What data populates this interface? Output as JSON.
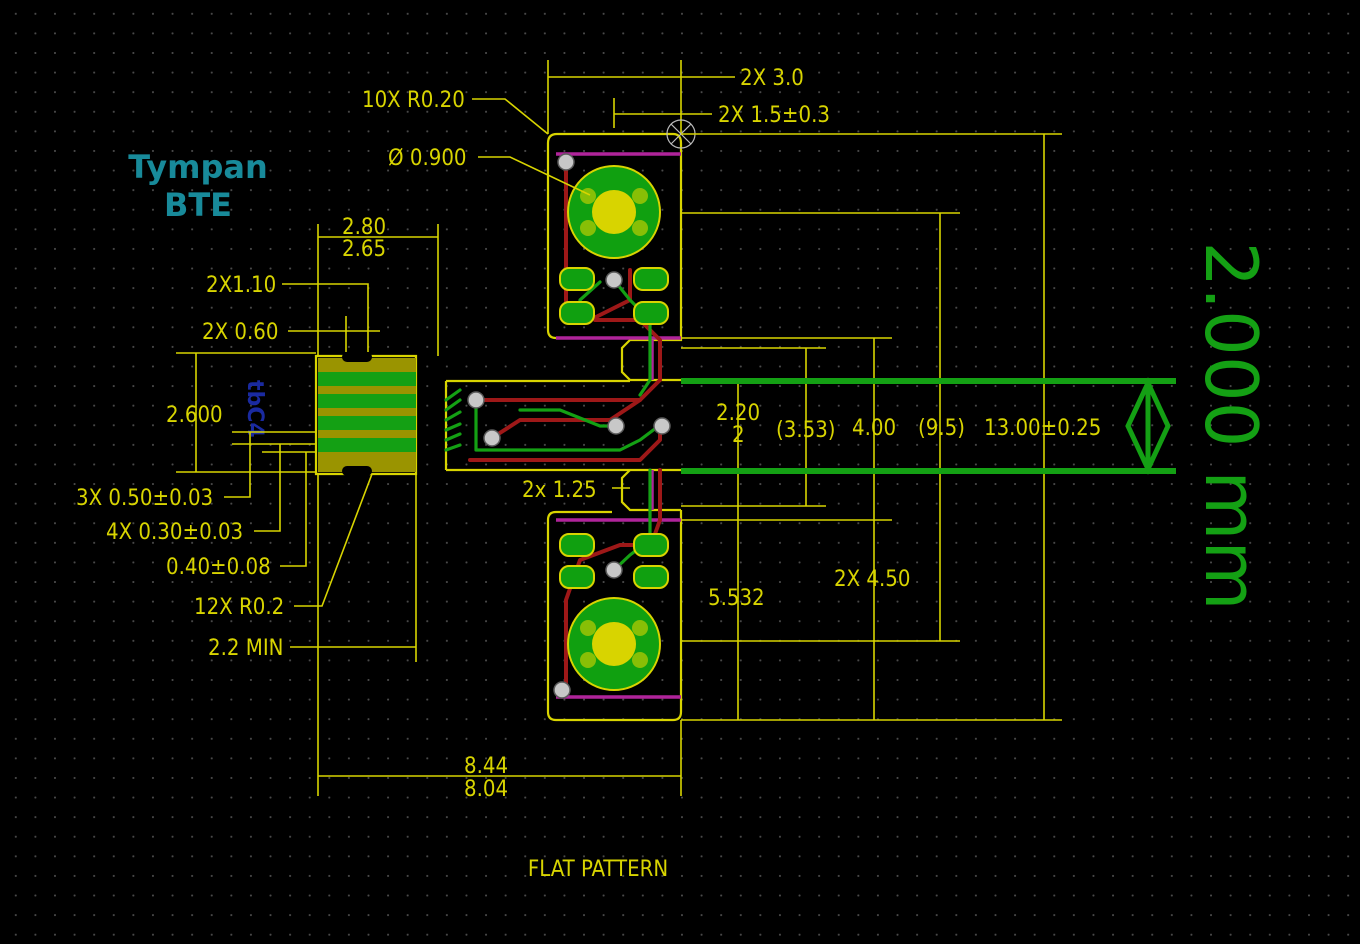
{
  "board_title": {
    "line1": "Tympan",
    "line2": "BTE"
  },
  "footer_label": "FLAT PATTERN",
  "scale_dimension": "2.000 mm",
  "ref_label": "tbC4",
  "dimensions": {
    "top_3": "2X 3.0",
    "top_15": "2X 1.5±0.3",
    "radius_10x": "10X R0.20",
    "diameter": "Ø 0.900",
    "w280": "2.80",
    "w265": "2.65",
    "d2x110": "2X1.10",
    "d2x060": "2X 0.60",
    "d2600": "2.600",
    "d3x050": "3X 0.50±0.03",
    "d4x030": "4X 0.30±0.03",
    "d040": "0.40±0.08",
    "r12x": "12X R0.2",
    "min22": "2.2 MIN",
    "w844": "8.44",
    "w804": "8.04",
    "d2x125": "2x 1.25",
    "v220": "2.20",
    "v2": "2",
    "v353": "(3.53)",
    "v400": "4.00",
    "v95": "(9.5)",
    "v1300": "13.00±0.25",
    "v5532": "5.532",
    "v2x450": "2X 4.50"
  },
  "colors": {
    "background": "#000000",
    "grid": "#4a4a4a",
    "dimension": "#d8d400",
    "copper_front": "#9e1818",
    "copper_back": "#14a014",
    "mask_outline": "#b0249a",
    "title": "#188a9a"
  }
}
